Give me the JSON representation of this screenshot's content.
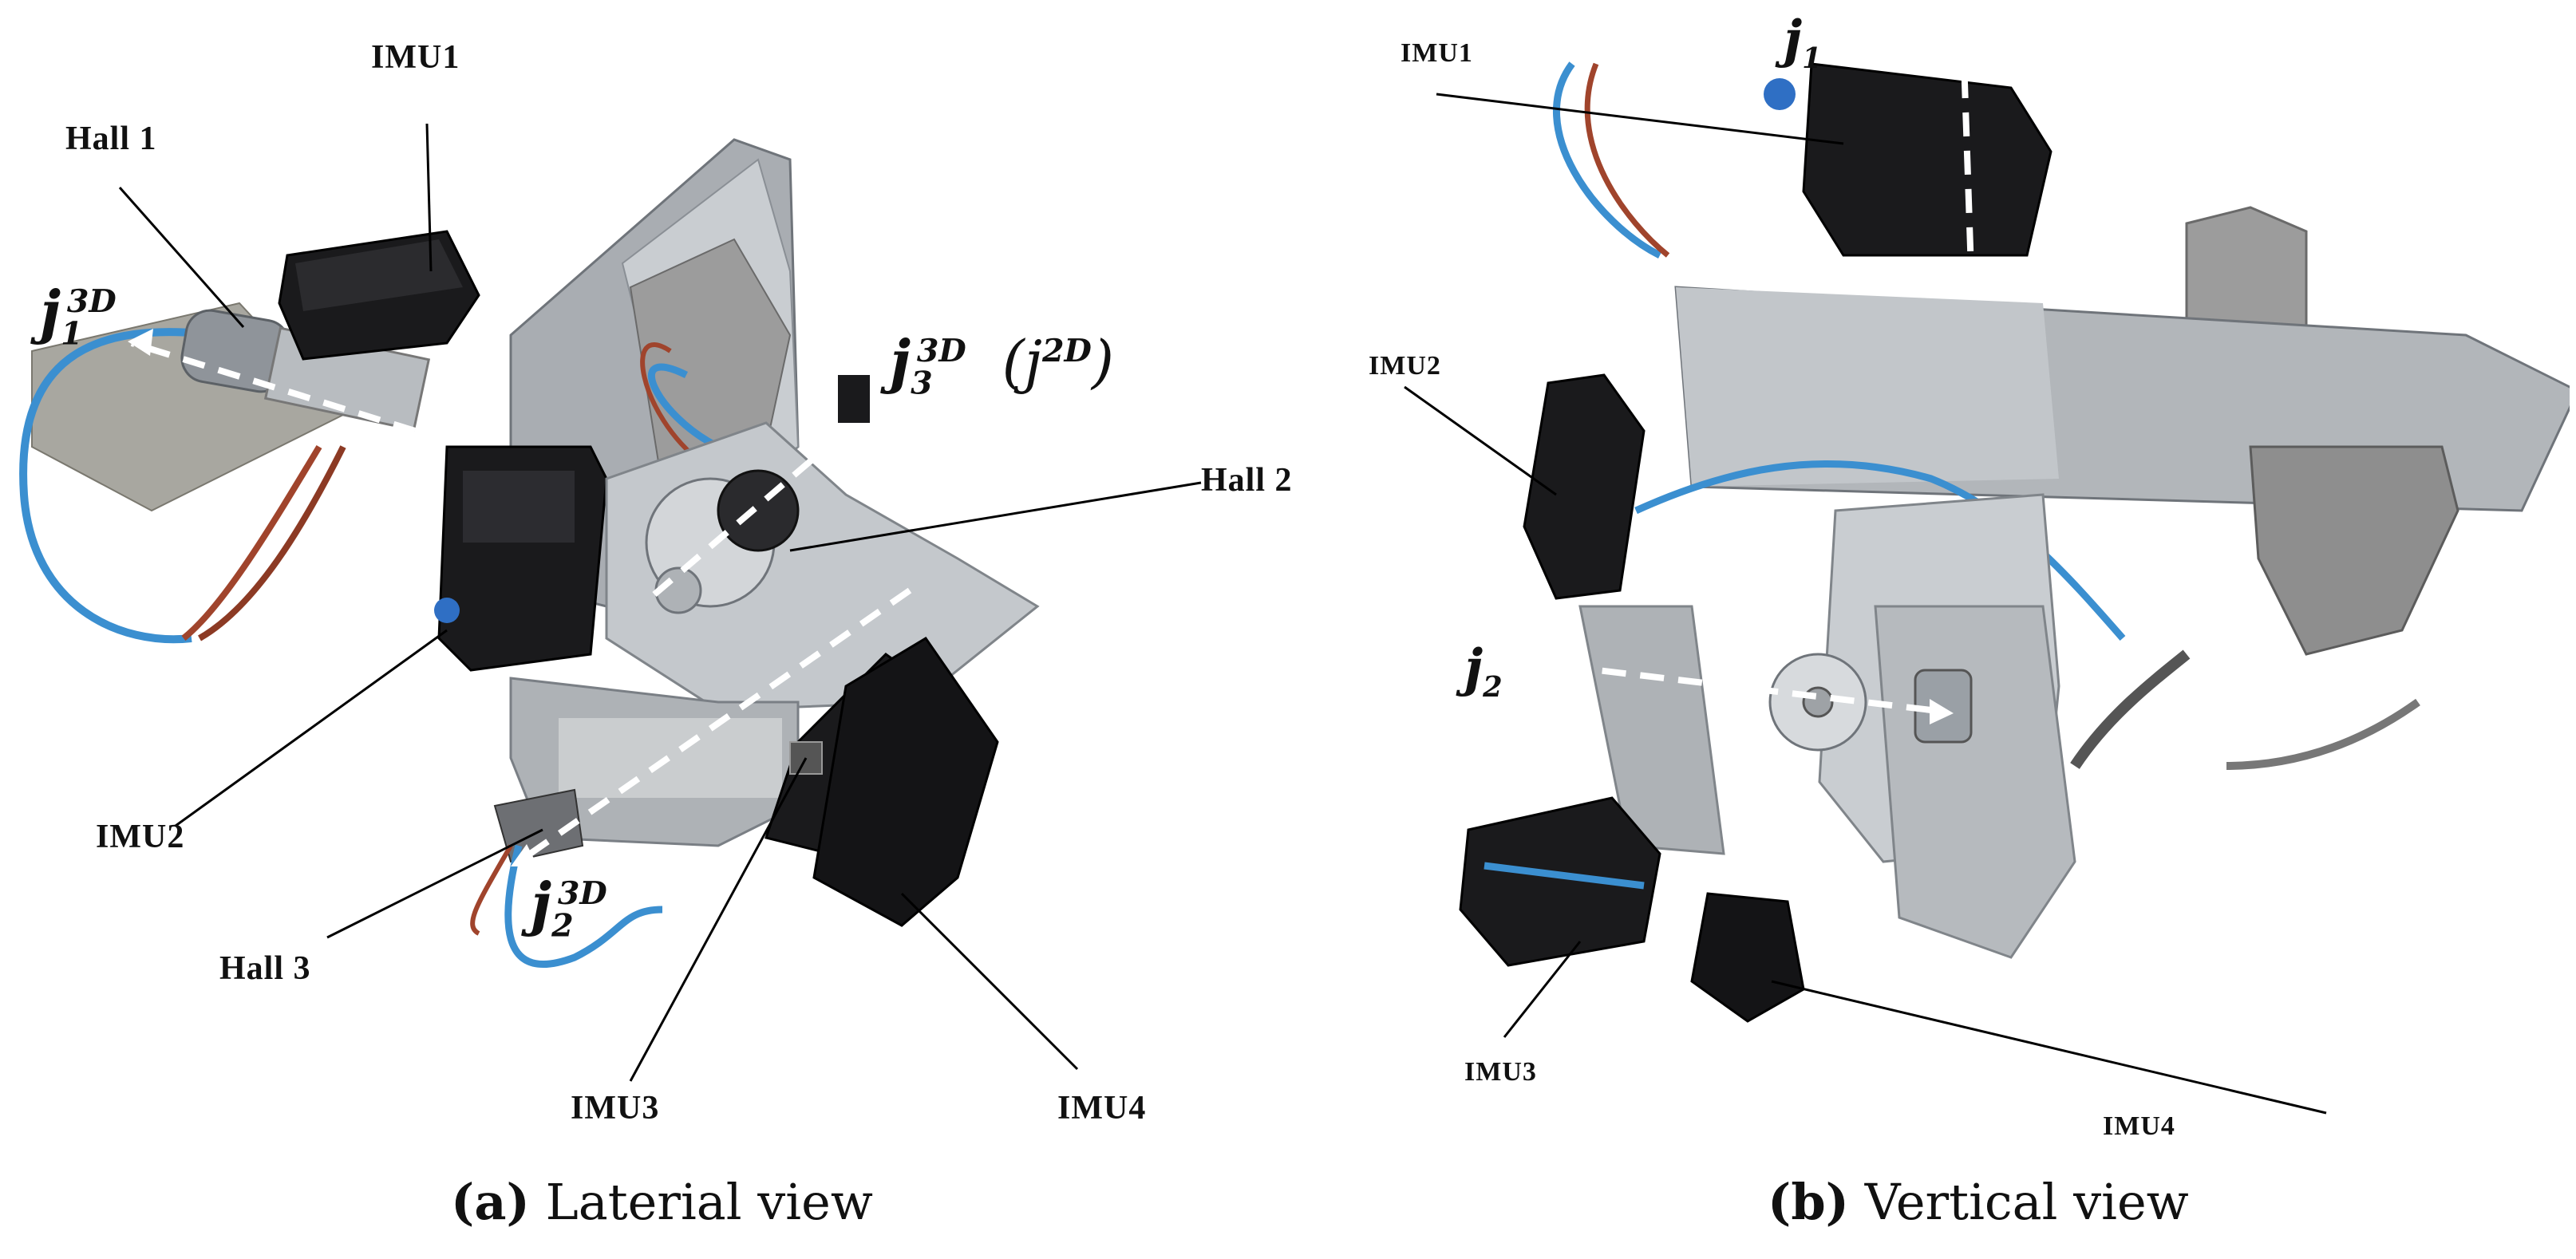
{
  "panel_a": {
    "labels": {
      "imu1": "IMU1",
      "hall1": "Hall 1",
      "hall2": "Hall 2",
      "hall3": "Hall 3",
      "imu2": "IMU2",
      "imu3": "IMU3",
      "imu4": "IMU4"
    },
    "joints": {
      "j1_base": "j",
      "j1_sub": "1",
      "j1_sup": "3D",
      "j3_base": "j",
      "j3_sub": "3",
      "j3_sup": "3D",
      "j3_alt": "(j",
      "j3_alt_sup": "2D",
      "j3_alt_close": ")",
      "j2_base": "j",
      "j2_sub": "2",
      "j2_sup": "3D"
    },
    "caption_letter": "(a)",
    "caption_text": "Laterial view"
  },
  "panel_b": {
    "labels": {
      "imu1": "IMU1",
      "imu2": "IMU2",
      "imu3": "IMU3",
      "imu4": "IMU4"
    },
    "joints": {
      "j1_base": "j",
      "j1_sub": "1",
      "j2_base": "j",
      "j2_sub": "2"
    },
    "caption_letter": "(b)",
    "caption_text": "Vertical view"
  },
  "colors": {
    "aluminum": "#b8bcc0",
    "aluminum_dark": "#8a8f95",
    "imu_black": "#1a1a1c",
    "cable_blue": "#3b8fd0",
    "cable_red": "#a0442c",
    "motor_gray": "#9a9a9a",
    "axis_dash": "#ffffff"
  }
}
